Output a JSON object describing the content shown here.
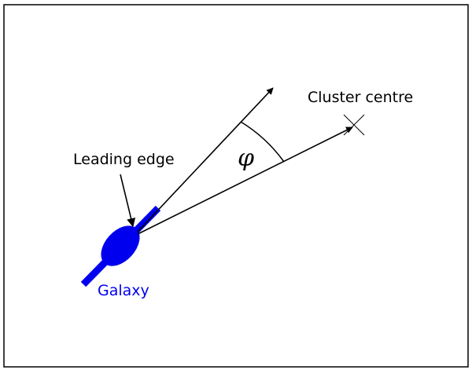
{
  "labels": {
    "cluster_centre": "Cluster centre",
    "leading_edge": "Leading edge",
    "galaxy": "Galaxy",
    "angle": "φ"
  },
  "colors": {
    "galaxy": "#0000ee",
    "ink": "#000000",
    "frame": "#000000",
    "background": "#ffffff"
  },
  "icons": {
    "cluster_centre_marker": "x-cross-icon"
  }
}
